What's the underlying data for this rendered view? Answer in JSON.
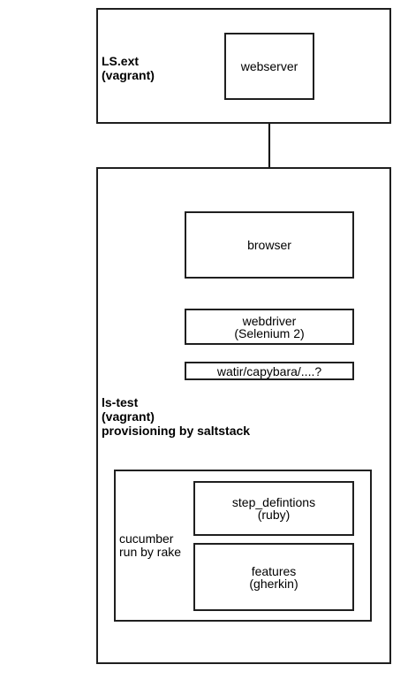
{
  "ls_ext": {
    "label_lines": [
      "LS.ext",
      "(vagrant)"
    ],
    "webserver": "webserver"
  },
  "ls_test": {
    "label_lines": [
      "ls-test",
      "(vagrant)",
      "provisioning by saltstack"
    ],
    "browser": "browser",
    "webdriver_lines": [
      "webdriver",
      "(Selenium 2)"
    ],
    "watir": "watir/capybara/....?"
  },
  "cucumber": {
    "label_lines": [
      "cucumber",
      "run by rake"
    ],
    "step_definitions_lines": [
      "step_defintions",
      "(ruby)"
    ],
    "features_lines": [
      "features",
      "(gherkin)"
    ]
  }
}
